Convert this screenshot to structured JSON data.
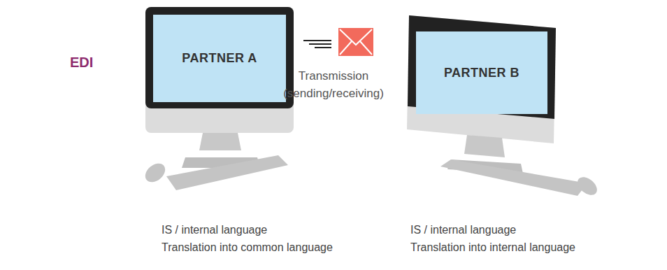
{
  "diagram": {
    "nodes": [
      {
        "text": [
          "PARTNER A"
        ]
      },
      {
        "text": [
          "PARTNER B"
        ]
      }
    ],
    "labels": [
      "EDI",
      "Transmission (sending/receiving)",
      "IS / internal language",
      "Translation into common language",
      "IS / internal language",
      "Translation into internal language"
    ]
  }
}
